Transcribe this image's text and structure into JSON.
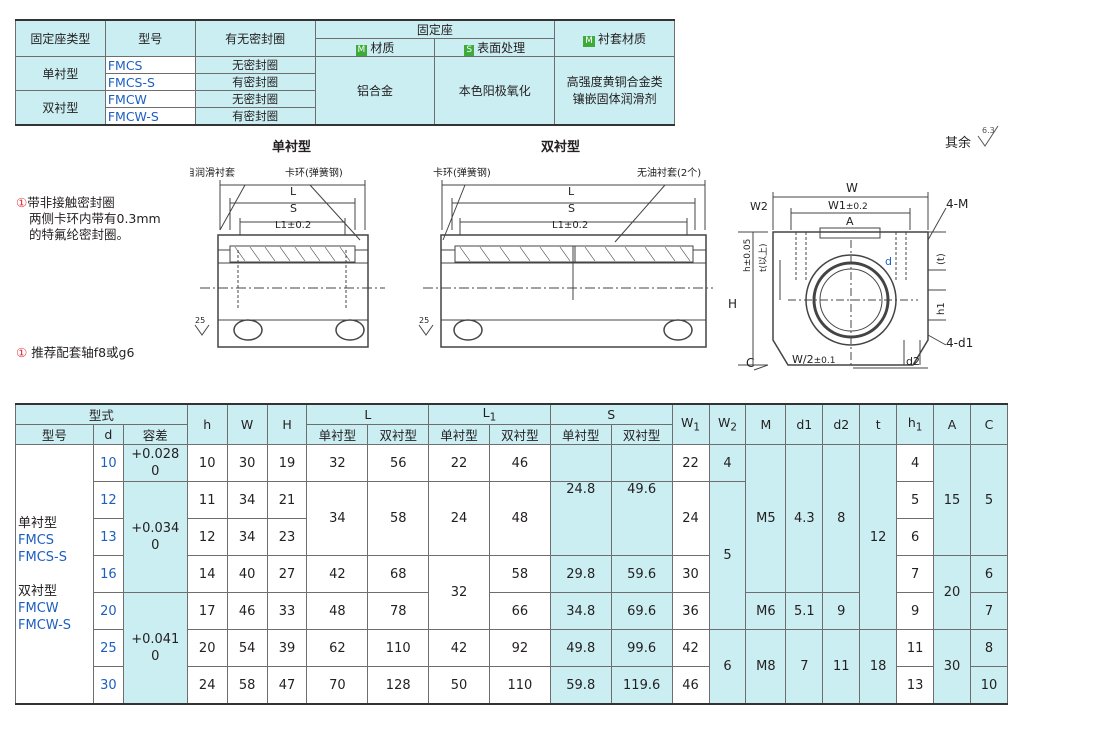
{
  "spec_table": {
    "headers": {
      "type": "固定座类型",
      "model": "型号",
      "seal": "有无密封圈",
      "housing": "固定座",
      "material_badge": "M",
      "material": "材质",
      "surface_badge": "S",
      "surface": "表面处理",
      "liner_badge": "M",
      "liner": "衬套材质"
    },
    "groups": [
      {
        "type": "单衬型",
        "rows": [
          {
            "model": "FMCS",
            "seal": "无密封圈"
          },
          {
            "model": "FMCS-S",
            "seal": "有密封圈"
          }
        ]
      },
      {
        "type": "双衬型",
        "rows": [
          {
            "model": "FMCW",
            "seal": "无密封圈"
          },
          {
            "model": "FMCW-S",
            "seal": "有密封圈"
          }
        ]
      }
    ],
    "housing_material": "铝合金",
    "surface_treatment": "本色阳极氧化",
    "liner_material_line1": "高强度黄铜合金类",
    "liner_material_line2": "镶嵌固体润滑剂"
  },
  "drawings": {
    "single_title": "单衬型",
    "double_title": "双衬型",
    "other_roughness": "其余",
    "roughness_value": "6.3",
    "roughness_25": "25",
    "single_callout_1": "自润滑衬套",
    "single_callout_2": "卡环(弹簧钢)",
    "double_callout_1": "卡环(弹簧钢)",
    "double_callout_2": "无油衬套(2个)",
    "dim_L": "L",
    "dim_S": "S",
    "dim_L1": "L1",
    "dim_L1_tol": "±0.2",
    "side": {
      "W": "W",
      "W2": "W2",
      "W1": "W1",
      "W1_tol": "±0.2",
      "A": "A",
      "M": "4-M",
      "h": "h",
      "h_tol": "±0.05",
      "t": "t(以上)",
      "H": "H",
      "t1": "(t)",
      "h1": "h1",
      "d1": "4-d1",
      "C": "C",
      "W_half": "W/2",
      "W_half_tol": "±0.1",
      "d2": "d2",
      "d": "d"
    },
    "note_1_mark": "①",
    "note_1_line1": "带非接触密封圈",
    "note_1_line2": "两侧卡环内带有0.3mm",
    "note_1_line3": "的特氟纶密封圈。",
    "note_2_mark": "①",
    "note_2": "推荐配套轴f8或g6"
  },
  "dim_table": {
    "header_model_group": "型式",
    "header_model": "型号",
    "header_d": "d",
    "header_tol": "容差",
    "cols": [
      "h",
      "W",
      "H",
      "L",
      "L",
      "S",
      "W",
      "W",
      "M",
      "d1",
      "d2",
      "t",
      "h",
      "A",
      "C"
    ],
    "sub_single": "单衬型",
    "sub_double": "双衬型",
    "sub_1": "1",
    "sub_2": "2",
    "L1_head": "L",
    "type_single": "单衬型",
    "type_fmcs": "FMCS",
    "type_fmcs_s": "FMCS-S",
    "type_double": "双衬型",
    "type_fmcw": "FMCW",
    "type_fmcw_s": "FMCW-S",
    "tol_a_1": "+0.028",
    "tol_a_2": "0",
    "tol_b_1": "+0.034",
    "tol_b_2": "0",
    "tol_c_1": "+0.041",
    "tol_c_2": "0",
    "rows": [
      {
        "d": "10",
        "h": "10",
        "W": "30",
        "H": "19",
        "Ls": "32",
        "Ld": "56",
        "L1s": "22",
        "L1d": "46",
        "Ss": "",
        "Sd": "",
        "W1": "22",
        "W2": "4",
        "M": "",
        "d1": "",
        "d2": "",
        "t": "",
        "h1": "4",
        "A": "",
        "C": ""
      },
      {
        "d": "12",
        "h": "11",
        "W": "34",
        "H": "21",
        "Ls": "",
        "Ld": "",
        "L1s": "",
        "L1d": "",
        "Ss": "",
        "Sd": "",
        "W1": "",
        "W2": "",
        "M": "",
        "d1": "",
        "d2": "",
        "t": "",
        "h1": "5",
        "A": "",
        "C": ""
      },
      {
        "d": "13",
        "h": "12",
        "W": "34",
        "H": "23",
        "h1": "6"
      },
      {
        "d": "16",
        "h": "14",
        "W": "40",
        "H": "27",
        "Ls": "42",
        "Ld": "68",
        "L1d": "58",
        "Ss": "29.8",
        "Sd": "59.6",
        "W1": "30",
        "h1": "7",
        "C": "6"
      },
      {
        "d": "20",
        "h": "17",
        "W": "46",
        "H": "33",
        "Ls": "48",
        "Ld": "78",
        "L1d": "66",
        "Ss": "34.8",
        "Sd": "69.6",
        "W1": "36",
        "M": "M6",
        "d1": "5.1",
        "d2": "9",
        "h1": "9",
        "C": "7"
      },
      {
        "d": "25",
        "h": "20",
        "W": "54",
        "H": "39",
        "Ls": "62",
        "Ld": "110",
        "L1s": "42",
        "L1d": "92",
        "Ss": "49.8",
        "Sd": "99.6",
        "W1": "42",
        "h1": "11",
        "C": "8"
      },
      {
        "d": "30",
        "h": "24",
        "W": "58",
        "H": "47",
        "Ls": "70",
        "Ld": "128",
        "L1s": "50",
        "L1d": "110",
        "Ss": "59.8",
        "Sd": "119.6",
        "W1": "46",
        "h1": "13",
        "C": "10"
      }
    ],
    "merged": {
      "L_12_13_s": "34",
      "L_12_13_d": "58",
      "L1_12_13_s": "24",
      "L1_12_13_d": "48",
      "S_12_13_s": "24.8",
      "S_12_13_d": "49.6",
      "W1_12_13": "24",
      "W2_12_20": "5",
      "W2_25_30": "6",
      "M_10_16": "M5",
      "d1_10_16": "4.3",
      "d2_10_16": "8",
      "M_25_30": "M8",
      "d1_25_30": "7",
      "d2_25_30": "11",
      "t_10_20": "12",
      "t_25_30": "18",
      "A_10_13": "15",
      "A_16_20": "20",
      "A_25_30": "30",
      "C_10_13": "5",
      "L1_16_20_s": "32"
    }
  }
}
